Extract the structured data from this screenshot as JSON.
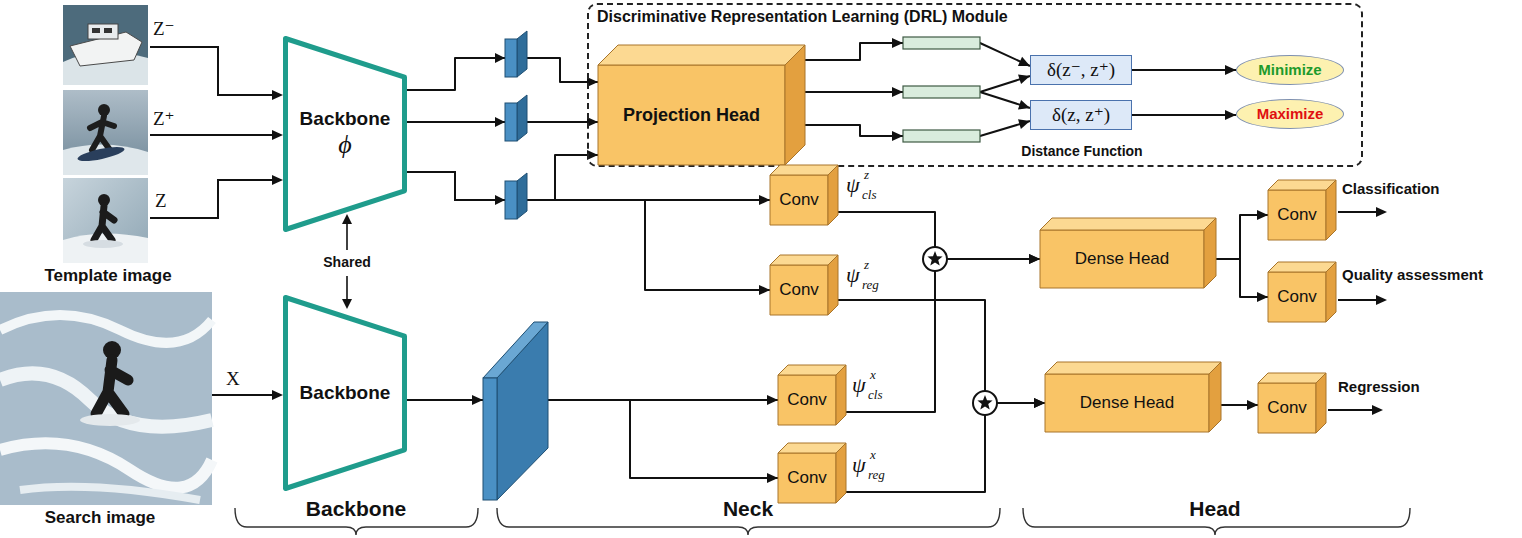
{
  "diagram": {
    "nodes": [
      {
        "text": [
          "Backbone",
          "ϕ"
        ]
      },
      {
        "text": [
          "Backbone"
        ]
      },
      {
        "text": [
          "Discriminative Representation Learning (DRL) Module"
        ]
      },
      {
        "text": [
          "Projection Head"
        ],
        "in": 2
      },
      {
        "text": [
          "δ(z⁻, z⁺)"
        ],
        "in": 2
      },
      {
        "text": [
          "δ(z, z⁺)"
        ],
        "in": 2
      },
      {
        "text": [
          "Minimize"
        ],
        "in": 2
      },
      {
        "text": [
          "Maximize"
        ],
        "in": 2
      },
      {
        "text": [
          "Conv"
        ]
      },
      {
        "text": [
          "Conv"
        ]
      },
      {
        "text": [
          "Conv"
        ]
      },
      {
        "text": [
          "Conv"
        ]
      },
      {
        "text": [
          "Dense Head"
        ]
      },
      {
        "text": [
          "Conv"
        ]
      },
      {
        "text": [
          "Conv"
        ]
      },
      {
        "text": [
          "Dense Head"
        ]
      },
      {
        "text": [
          "Conv"
        ]
      }
    ],
    "edges": [
      {
        "from": 0,
        "to": 3,
        "arrow": "to"
      },
      {
        "from": 0,
        "to": 8,
        "arrow": "to"
      },
      {
        "from": 0,
        "to": 9,
        "arrow": "to"
      },
      {
        "from": 1,
        "to": 10,
        "arrow": "to"
      },
      {
        "from": 1,
        "to": 11,
        "arrow": "to"
      },
      {
        "from": 3,
        "to": 4,
        "arrow": "to"
      },
      {
        "from": 3,
        "to": 5,
        "arrow": "to"
      },
      {
        "from": 4,
        "to": 6,
        "arrow": "to"
      },
      {
        "from": 5,
        "to": 7,
        "arrow": "to"
      },
      {
        "from": 8,
        "to": 12,
        "arrow": "to"
      },
      {
        "from": 10,
        "to": 12,
        "arrow": "to"
      },
      {
        "from": 9,
        "to": 15,
        "arrow": "to"
      },
      {
        "from": 11,
        "to": 15,
        "arrow": "to"
      },
      {
        "from": 12,
        "to": 13,
        "arrow": "to"
      },
      {
        "from": 12,
        "to": 14,
        "arrow": "to"
      },
      {
        "from": 15,
        "to": 16,
        "arrow": "to"
      }
    ],
    "labels": [
      "Z⁻",
      "Z⁺",
      "Z",
      "Template image",
      "Shared",
      "X",
      "Search image",
      "Distance Function",
      "ψ",
      "z",
      "cls",
      "ψ",
      "z",
      "reg",
      "ψ",
      "x",
      "cls",
      "ψ",
      "x",
      "reg",
      "Classification",
      "Quality assessment",
      "Regression",
      "Backbone",
      "Neck",
      "Head"
    ]
  }
}
